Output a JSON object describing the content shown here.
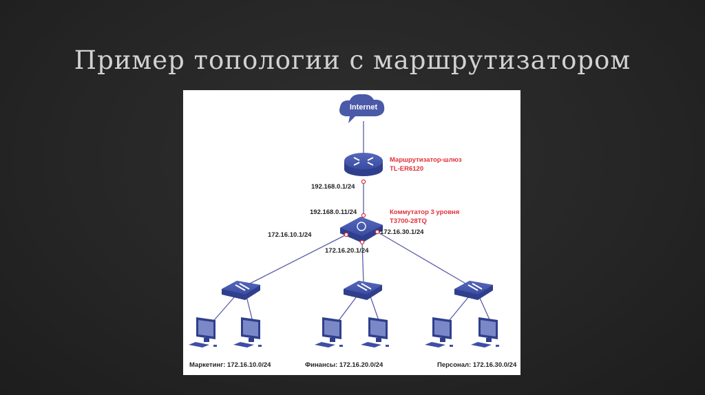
{
  "title": "Пример топологии с маршрутизатором",
  "colors": {
    "device": "#3b4ea3",
    "link": "#5a5aa8",
    "accent": "#e0303a"
  },
  "internet": {
    "label": "Internet",
    "icon": "cloud-icon"
  },
  "router": {
    "name": "Маршрутизатор-шлюз",
    "model": "TL-ER6120",
    "ip": "192.168.0.1/24",
    "icon": "router-icon"
  },
  "core_switch": {
    "name": "Коммутатор 3 уровня",
    "model": "T3700-28TQ",
    "uplink_ip": "192.168.0.11/24",
    "ports": [
      "172.16.10.1/24",
      "172.16.20.1/24",
      "172.16.30.1/24"
    ],
    "icon": "l3-switch-icon"
  },
  "networks": [
    {
      "label": "Маркетинг: 172.16.10.0/24"
    },
    {
      "label": "Финансы: 172.16.20.0/24"
    },
    {
      "label": "Персонал: 172.16.30.0/24"
    }
  ]
}
